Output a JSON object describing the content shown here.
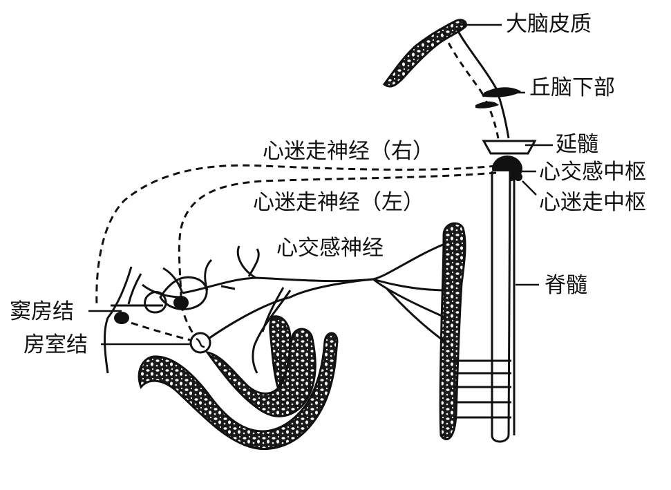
{
  "diagram": {
    "labels": {
      "cortex": "大脑皮质",
      "hypothalamus": "丘脑下部",
      "medulla": "延髓",
      "cardiac_sympathetic_center": "心交感中枢",
      "cardiac_vagal_center": "心迷走中枢",
      "vagus_right": "心迷走神经（右）",
      "vagus_left": "心迷走神经（左）",
      "sympathetic_nerve": "心交感神经",
      "spinal_cord": "脊髓",
      "sa_node": "窦房结",
      "av_node": "房室结"
    },
    "colors": {
      "ink": "#111111",
      "paper": "#ffffff"
    }
  }
}
